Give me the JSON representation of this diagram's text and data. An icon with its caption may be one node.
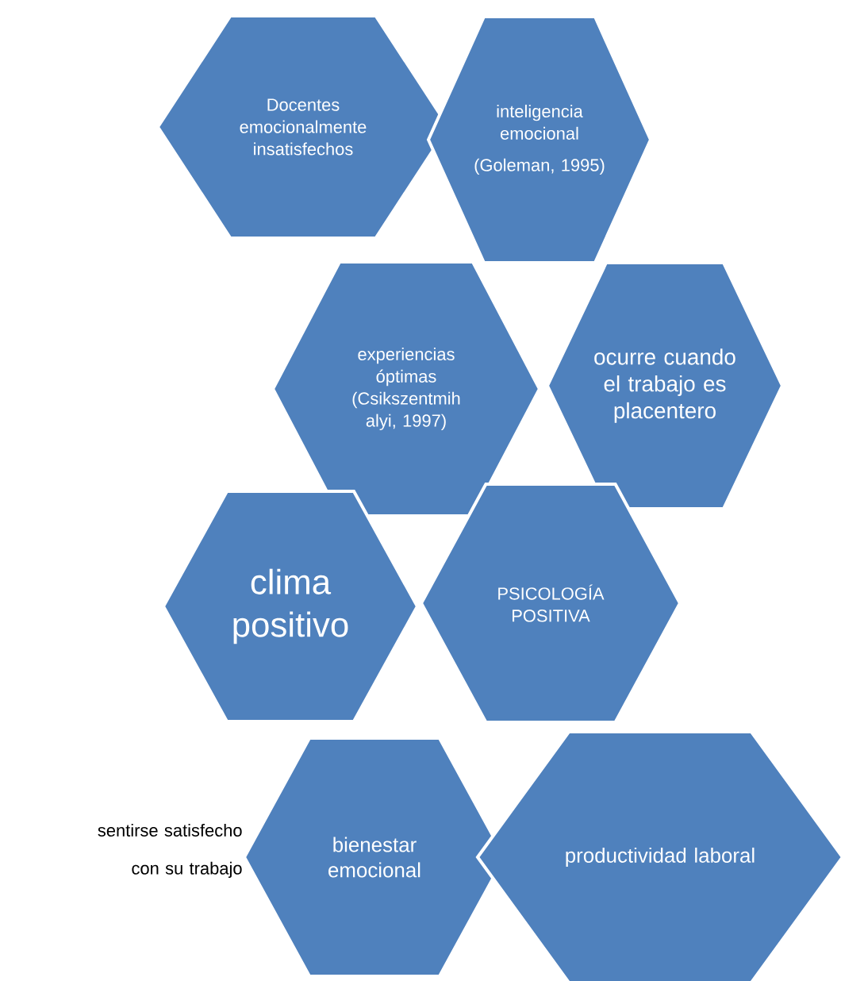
{
  "diagram": {
    "nodes": [
      {
        "text": [
          "Docentes emocionalmente insatisfechos"
        ]
      },
      {
        "text": [
          "inteligencia emocional",
          "(Goleman, 1995)"
        ]
      },
      {
        "text": [
          "experiencias óptimas (Csikszentmih alyi, 1997)"
        ]
      },
      {
        "text": [
          "ocurre cuando el trabajo es placentero"
        ]
      },
      {
        "text": [
          "clima positivo"
        ]
      },
      {
        "text": [
          "PSICOLOGÍA POSITIVA"
        ]
      },
      {
        "text": [
          "bienestar emocional"
        ],
        "beside": [
          "sentirse satisfecho con su trabajo"
        ]
      },
      {
        "text": [
          "productividad laboral"
        ]
      }
    ]
  }
}
